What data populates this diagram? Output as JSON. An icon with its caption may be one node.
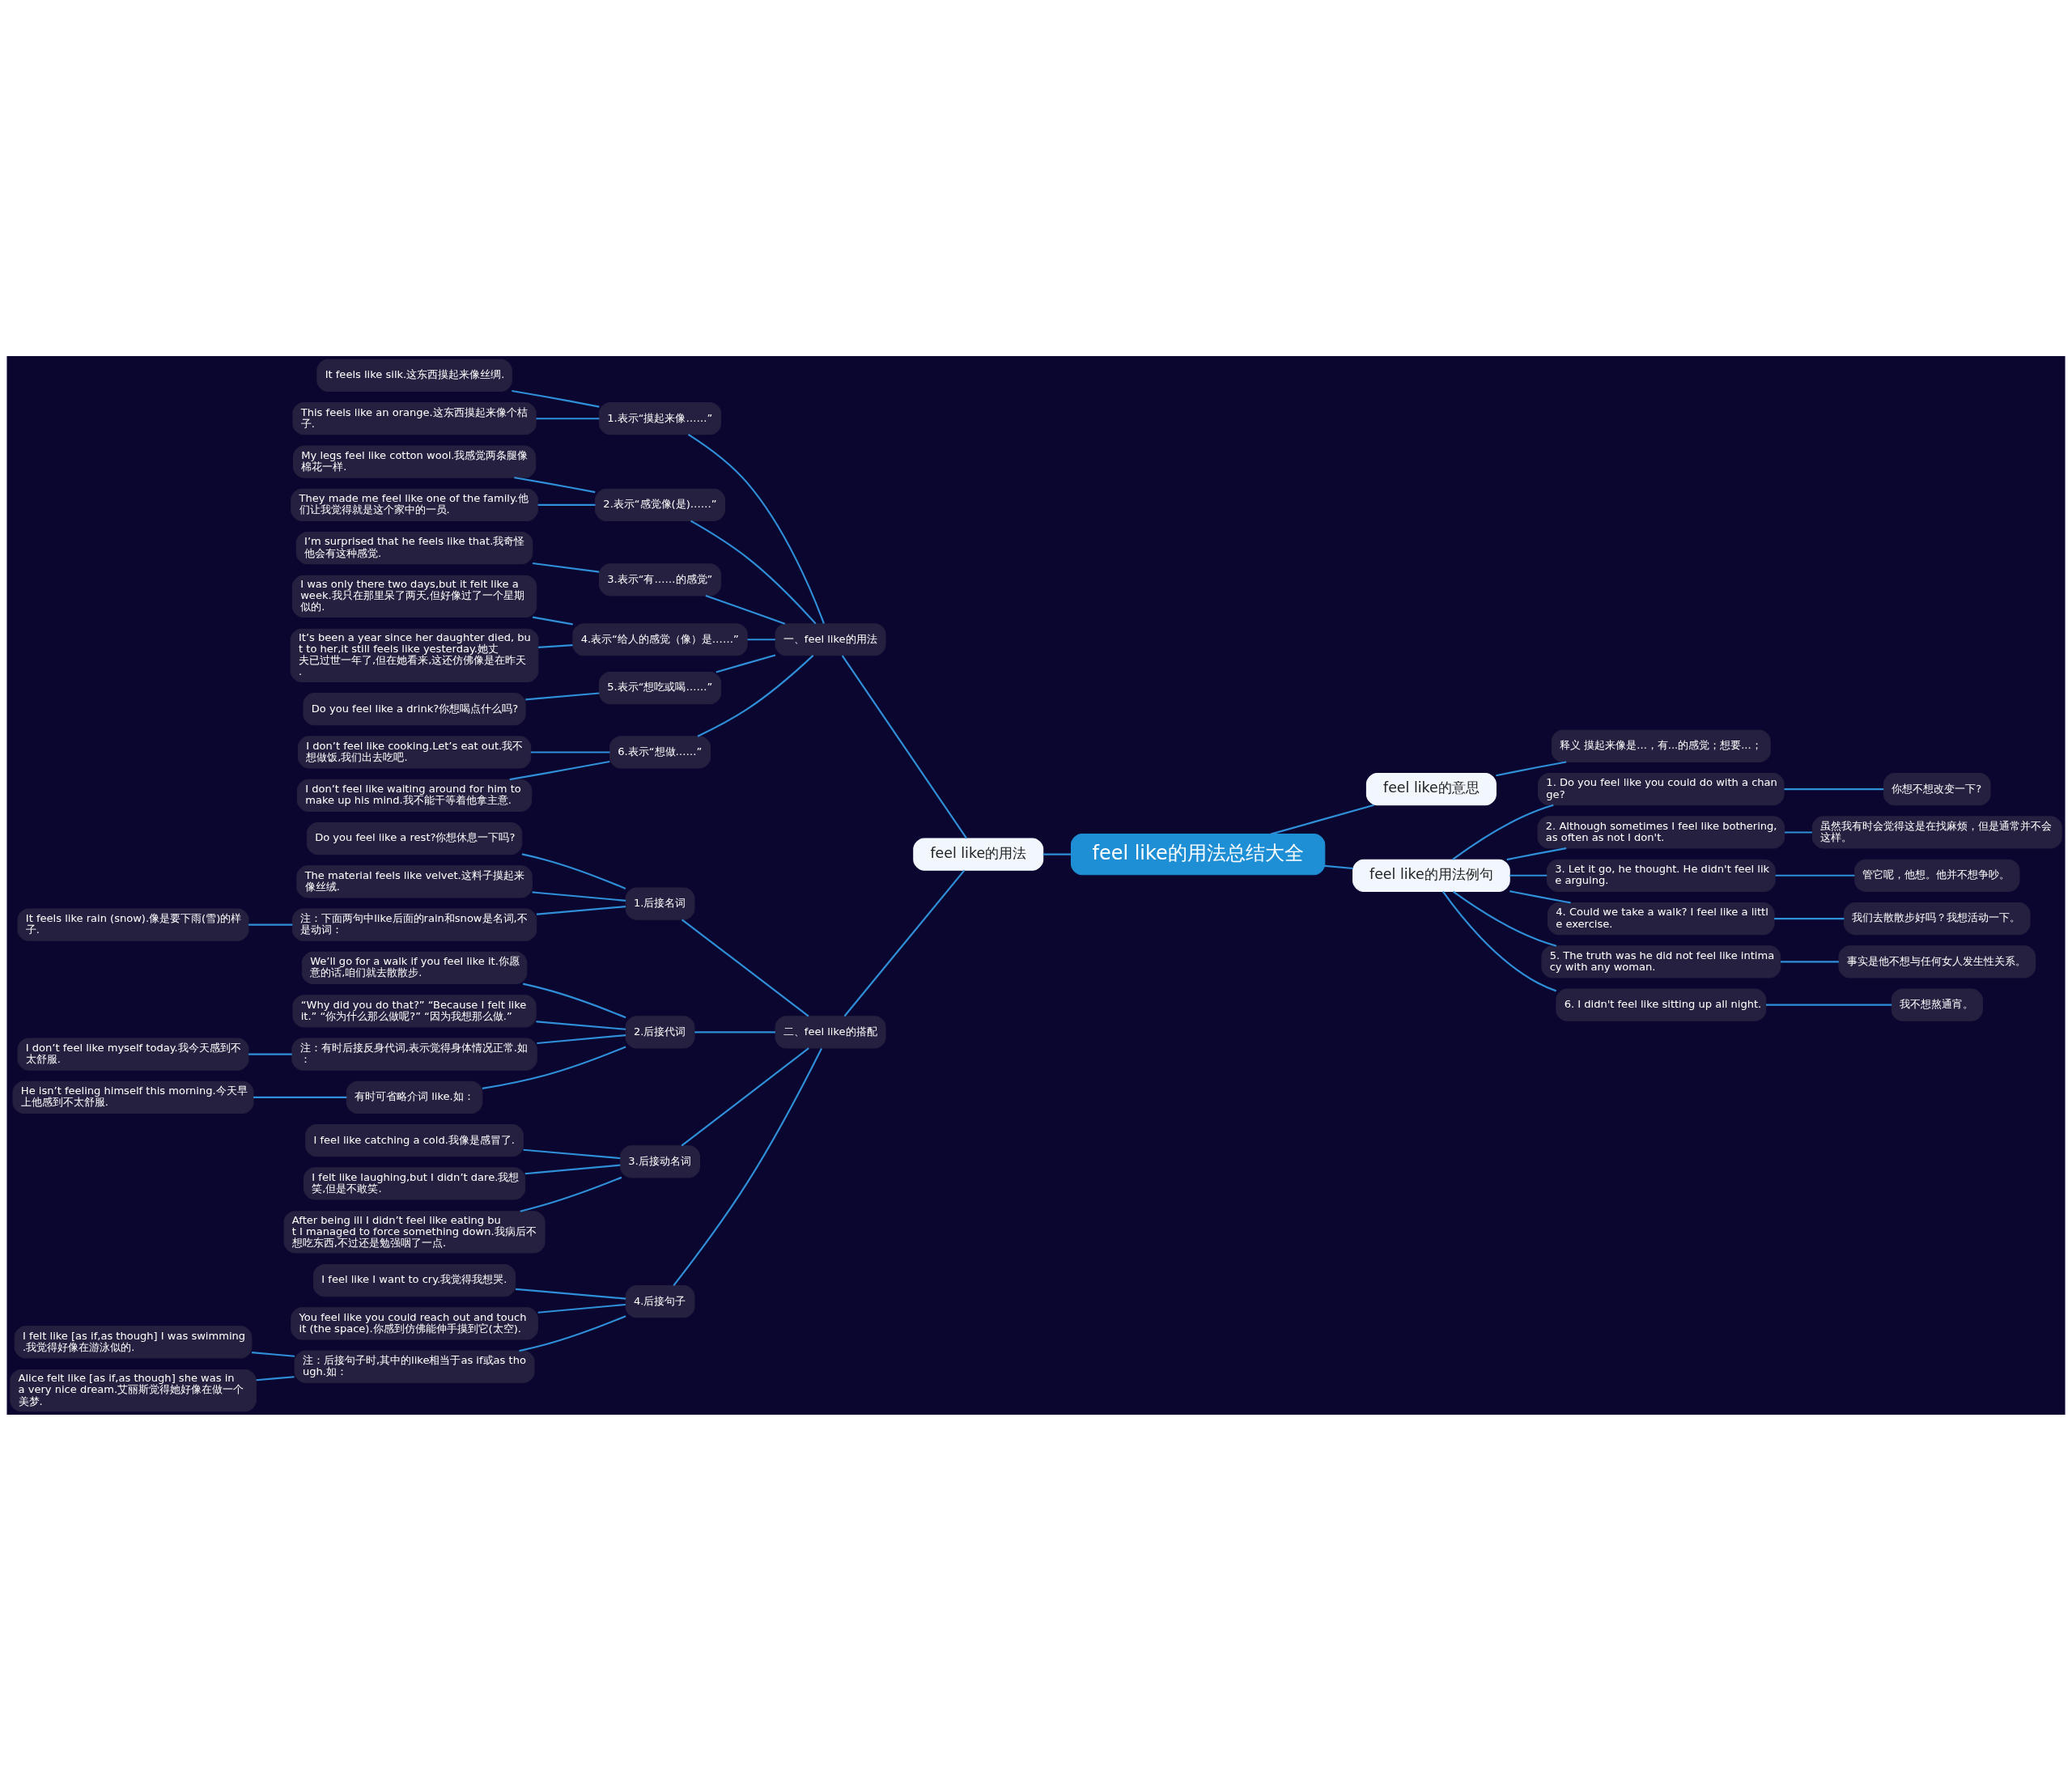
{
  "diagram": {
    "nodes": [
      {
        "text": [
          "feel like的用法总结大全"
        ]
      },
      {
        "text": [
          "feel like的用法"
        ]
      },
      {
        "text": [
          "一、feel like的用法"
        ]
      },
      {
        "text": [
          "1.表示“摸起来像……”"
        ]
      },
      {
        "text": [
          "It feels like silk.这东西摸起来像丝绸."
        ]
      },
      {
        "text": [
          "This feels like an orange.这东西摸起来像个桔子."
        ]
      },
      {
        "text": [
          "2.表示“感觉像(是)……”"
        ]
      },
      {
        "text": [
          "My legs feel like cotton wool.我感觉两条腿像棉花一样."
        ]
      },
      {
        "text": [
          "They made me feel like one of the family.他们让我觉得就是这个家中的一员."
        ]
      },
      {
        "text": [
          "3.表示“有……的感觉”"
        ]
      },
      {
        "text": [
          "I’m surprised that he feels like that.我奇怪他会有这种感觉."
        ]
      },
      {
        "text": [
          "4.表示“给人的感觉（像）是……”"
        ]
      },
      {
        "text": [
          "I was only there two days,but it felt like a week.我只在那里呆了两天,但好像过了一个星期似的."
        ]
      },
      {
        "text": [
          "It’s been a year since her daughter died, but to her,it still feels like yesterday.她丈夫已过世一年了,但在她看来,这还仿佛像是在昨天."
        ]
      },
      {
        "text": [
          "5.表示“想吃或喝……”"
        ]
      },
      {
        "text": [
          "Do you feel like a drink?你想喝点什么吗?"
        ]
      },
      {
        "text": [
          "6.表示“想做……”"
        ]
      },
      {
        "text": [
          "I don’t feel like cooking.Let’s eat out.我不想做饭,我们出去吃吧."
        ]
      },
      {
        "text": [
          "I don’t feel like waiting around for him to make up his mind.我不能干等着他拿主意."
        ]
      },
      {
        "text": [
          "二、feel like的搭配"
        ]
      },
      {
        "text": [
          "1.后接名词"
        ]
      },
      {
        "text": [
          "Do you feel like a rest?你想休息一下吗?"
        ]
      },
      {
        "text": [
          "The material feels like velvet.这料子摸起来像丝绒."
        ]
      },
      {
        "text": [
          "注：下面两句中like后面的rain和snow是名词,不是动词："
        ]
      },
      {
        "text": [
          "It feels like rain (snow).像是要下雨(雪)的样子."
        ]
      },
      {
        "text": [
          "2.后接代词"
        ]
      },
      {
        "text": [
          "We’ll go for a walk if you feel like it.你愿意的话,咱们就去散散步."
        ]
      },
      {
        "text": [
          "“Why did you do that?” “Because I felt like it.” “你为什么那么做呢?” “因为我想那么做.”"
        ]
      },
      {
        "text": [
          "注：有时后接反身代词,表示觉得身体情况正常.如："
        ]
      },
      {
        "text": [
          "I don’t feel like myself today.我今天感到不太舒服."
        ]
      },
      {
        "text": [
          "有时可省略介词 like.如："
        ]
      },
      {
        "text": [
          "He isn’t feeling himself this morning.今天早上他感到不太舒服."
        ]
      },
      {
        "text": [
          "3.后接动名词"
        ]
      },
      {
        "text": [
          "I feel like catching a cold.我像是感冒了."
        ]
      },
      {
        "text": [
          "I felt like laughing,but I didn’t dare.我想笑,但是不敢笑."
        ]
      },
      {
        "text": [
          "After being ill I didn’t feel like eating but I managed to force something down.我病后不想吃东西,不过还是勉强咽了一点."
        ]
      },
      {
        "text": [
          "4.后接句子"
        ]
      },
      {
        "text": [
          "I feel like I want to cry.我觉得我想哭."
        ]
      },
      {
        "text": [
          "You feel like you could reach out and touch it (the space).你感到仿佛能伸手摸到它(太空)."
        ]
      },
      {
        "text": [
          "注：后接句子时,其中的like相当于as if或as though.如："
        ]
      },
      {
        "text": [
          "I felt like [as if,as though] I was swimming.我觉得好像在游泳似的."
        ]
      },
      {
        "text": [
          "Alice felt like [as if,as though] she was in a very nice dream.艾丽斯觉得她好像在做一个美梦."
        ]
      },
      {
        "text": [
          "feel like的意思"
        ]
      },
      {
        "text": [
          "释义 摸起来像是...，有...的感觉；想要...；"
        ]
      },
      {
        "text": [
          "feel like的用法例句"
        ]
      },
      {
        "text": [
          "1. Do you feel like you could do with a change?"
        ]
      },
      {
        "text": [
          "你想不想改变一下?"
        ]
      },
      {
        "text": [
          "2. Although sometimes I feel like bothering, as often as not I don't."
        ]
      },
      {
        "text": [
          "虽然我有时会觉得这是在找麻烦，但是通常并不会这样。"
        ]
      },
      {
        "text": [
          "3. Let it go, he thought. He didn't feel like arguing."
        ]
      },
      {
        "text": [
          "管它呢，他想。他并不想争吵。"
        ]
      },
      {
        "text": [
          "4. Could we take a walk? I feel like a little exercise."
        ]
      },
      {
        "text": [
          "我们去散散步好吗？我想活动一下。"
        ]
      },
      {
        "text": [
          "5. The truth was he did not feel like intimacy with any woman."
        ]
      },
      {
        "text": [
          "事实是他不想与任何女人发生性关系。"
        ]
      },
      {
        "text": [
          "6. I didn't feel like sitting up all night."
        ]
      },
      {
        "text": [
          "我不想熬通宵。"
        ]
      }
    ],
    "edges": [
      {
        "from": 0,
        "to": 1,
        "arrow": "none"
      },
      {
        "from": 1,
        "to": 2,
        "arrow": "none"
      },
      {
        "from": 2,
        "to": 3,
        "arrow": "none"
      },
      {
        "from": 3,
        "to": 4,
        "arrow": "none"
      },
      {
        "from": 3,
        "to": 5,
        "arrow": "none"
      },
      {
        "from": 2,
        "to": 6,
        "arrow": "none"
      },
      {
        "from": 6,
        "to": 7,
        "arrow": "none"
      },
      {
        "from": 6,
        "to": 8,
        "arrow": "none"
      },
      {
        "from": 2,
        "to": 9,
        "arrow": "none"
      },
      {
        "from": 9,
        "to": 10,
        "arrow": "none"
      },
      {
        "from": 2,
        "to": 11,
        "arrow": "none"
      },
      {
        "from": 11,
        "to": 12,
        "arrow": "none"
      },
      {
        "from": 11,
        "to": 13,
        "arrow": "none"
      },
      {
        "from": 2,
        "to": 14,
        "arrow": "none"
      },
      {
        "from": 14,
        "to": 15,
        "arrow": "none"
      },
      {
        "from": 2,
        "to": 16,
        "arrow": "none"
      },
      {
        "from": 16,
        "to": 17,
        "arrow": "none"
      },
      {
        "from": 16,
        "to": 18,
        "arrow": "none"
      },
      {
        "from": 1,
        "to": 19,
        "arrow": "none"
      },
      {
        "from": 19,
        "to": 20,
        "arrow": "none"
      },
      {
        "from": 20,
        "to": 21,
        "arrow": "none"
      },
      {
        "from": 20,
        "to": 22,
        "arrow": "none"
      },
      {
        "from": 20,
        "to": 23,
        "arrow": "none"
      },
      {
        "from": 23,
        "to": 24,
        "arrow": "none"
      },
      {
        "from": 19,
        "to": 25,
        "arrow": "none"
      },
      {
        "from": 25,
        "to": 26,
        "arrow": "none"
      },
      {
        "from": 25,
        "to": 27,
        "arrow": "none"
      },
      {
        "from": 25,
        "to": 28,
        "arrow": "none"
      },
      {
        "from": 28,
        "to": 29,
        "arrow": "none"
      },
      {
        "from": 25,
        "to": 30,
        "arrow": "none"
      },
      {
        "from": 30,
        "to": 31,
        "arrow": "none"
      },
      {
        "from": 19,
        "to": 32,
        "arrow": "none"
      },
      {
        "from": 32,
        "to": 33,
        "arrow": "none"
      },
      {
        "from": 32,
        "to": 34,
        "arrow": "none"
      },
      {
        "from": 32,
        "to": 35,
        "arrow": "none"
      },
      {
        "from": 19,
        "to": 36,
        "arrow": "none"
      },
      {
        "from": 36,
        "to": 37,
        "arrow": "none"
      },
      {
        "from": 36,
        "to": 38,
        "arrow": "none"
      },
      {
        "from": 36,
        "to": 39,
        "arrow": "none"
      },
      {
        "from": 39,
        "to": 40,
        "arrow": "none"
      },
      {
        "from": 39,
        "to": 41,
        "arrow": "none"
      },
      {
        "from": 0,
        "to": 42,
        "arrow": "none"
      },
      {
        "from": 42,
        "to": 43,
        "arrow": "none"
      },
      {
        "from": 0,
        "to": 44,
        "arrow": "none"
      },
      {
        "from": 44,
        "to": 45,
        "arrow": "none"
      },
      {
        "from": 45,
        "to": 46,
        "arrow": "none"
      },
      {
        "from": 44,
        "to": 47,
        "arrow": "none"
      },
      {
        "from": 47,
        "to": 48,
        "arrow": "none"
      },
      {
        "from": 44,
        "to": 49,
        "arrow": "none"
      },
      {
        "from": 49,
        "to": 50,
        "arrow": "none"
      },
      {
        "from": 44,
        "to": 51,
        "arrow": "none"
      },
      {
        "from": 51,
        "to": 52,
        "arrow": "none"
      },
      {
        "from": 44,
        "to": 53,
        "arrow": "none"
      },
      {
        "from": 53,
        "to": 54,
        "arrow": "none"
      },
      {
        "from": 44,
        "to": 55,
        "arrow": "none"
      },
      {
        "from": 55,
        "to": 56,
        "arrow": "none"
      }
    ]
  }
}
